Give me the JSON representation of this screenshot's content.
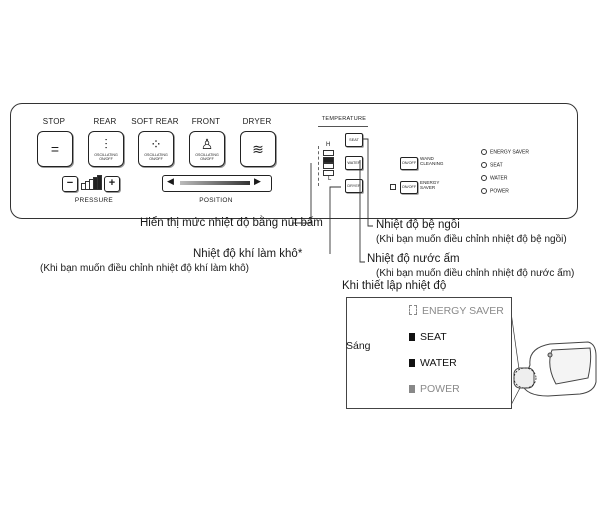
{
  "panel": {
    "buttons": [
      {
        "label": "STOP",
        "icon": "=",
        "sub": ""
      },
      {
        "label": "REAR",
        "icon": "⫶",
        "sub": "OSCILLATING\nON/OFF"
      },
      {
        "label": "SOFT REAR",
        "icon": "⁘",
        "sub": "OSCILLATING\nON/OFF"
      },
      {
        "label": "FRONT",
        "icon": "♙",
        "sub": "OSCILLATING\nON/OFF"
      },
      {
        "label": "DRYER",
        "icon": "≋",
        "sub": ""
      }
    ],
    "pressure": {
      "minus": "−",
      "plus": "+",
      "caption": "PRESSURE",
      "level_count": 5
    },
    "position": {
      "left": "◀",
      "right": "▶",
      "caption": "POSITION"
    },
    "temperature": {
      "title": "TEMPERATURE",
      "scale_high": "H",
      "scale_low": "L",
      "seat": "SEAT",
      "water": "WATER",
      "dryer": "DRYER"
    },
    "wand": {
      "onoff": "ON/OFF",
      "label_line1": "WAND",
      "label_line2": "CLEANING"
    },
    "energy": {
      "onoff": "ON/OFF",
      "label_line1": "ENERGY",
      "label_line2": "SAVER"
    },
    "indicators": [
      "ENERGY SAVER",
      "SEAT",
      "WATER",
      "POWER"
    ]
  },
  "annotations": {
    "temp_display": "Hiển thị mức nhiệt độ bằng nút bấm",
    "dryer_temp": "Nhiệt độ khí làm khô*",
    "dryer_temp_sub": "(Khi bạn muốn điều chỉnh nhiệt độ khí làm khô)",
    "seat_temp": "Nhiệt độ bệ ngồi",
    "seat_temp_sub": "(Khi bạn muốn điều chỉnh nhiệt độ bệ ngồi)",
    "water_temp": "Nhiệt độ nước ấm",
    "water_temp_sub": "(Khi bạn muốn điều chỉnh nhiệt độ nước ấm)"
  },
  "inset": {
    "title": "Khi thiết lập nhiệt độ",
    "lit_label": "Sáng",
    "rows": [
      "ENERGY SAVER",
      "SEAT",
      "WATER",
      "POWER"
    ]
  },
  "colors": {
    "line": "#333333",
    "muted": "#8a8a8a",
    "lit": "#111111"
  }
}
